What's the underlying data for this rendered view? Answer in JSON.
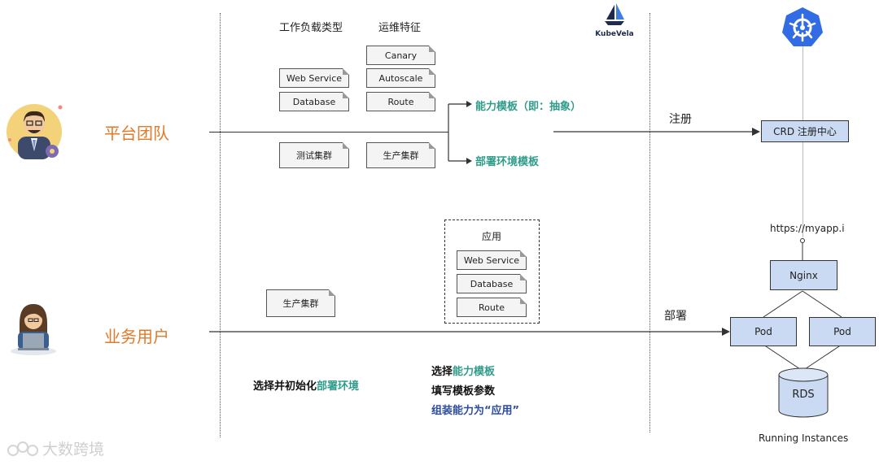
{
  "roles": {
    "platform": "平台团队",
    "business": "业务用户"
  },
  "headers": {
    "workload": "工作负载类型",
    "trait": "运维特征"
  },
  "kubevela_logo": "KubeVela",
  "workload_cards": [
    "Web Service",
    "Database"
  ],
  "trait_cards": [
    "Canary",
    "Autoscale",
    "Route"
  ],
  "env_cards": [
    "测试集群",
    "生产集群"
  ],
  "templates": {
    "capability": "能力模板（即：抽象）",
    "env": "部署环境模板"
  },
  "register_label": "注册",
  "crd_center": "CRD 注册中心",
  "app_box": {
    "title": "应用",
    "items": [
      "Web Service",
      "Database",
      "Route"
    ]
  },
  "user_env_card": "生产集群",
  "deploy_label": "部署",
  "url_label": "https://myapp.i",
  "instances": {
    "nginx": "Nginx",
    "pod_left": "Pod",
    "pod_right": "Pod",
    "rds": "RDS",
    "caption": "Running Instances"
  },
  "steps": {
    "env_prefix": "选择并初始化",
    "env_highlight": "部署环境",
    "choose_prefix": "选择",
    "choose_highlight": "能力模板",
    "fill": "填写模板参数",
    "assemble": "组装能力为“应用”"
  },
  "watermark": "大数跨境",
  "colors": {
    "accent_orange": "#e07a2a",
    "accent_teal": "#2f9c8a",
    "box_blue": "#c9daf2",
    "k8s_blue": "#326ce5",
    "assemble_blue": "#2b4c9c"
  }
}
